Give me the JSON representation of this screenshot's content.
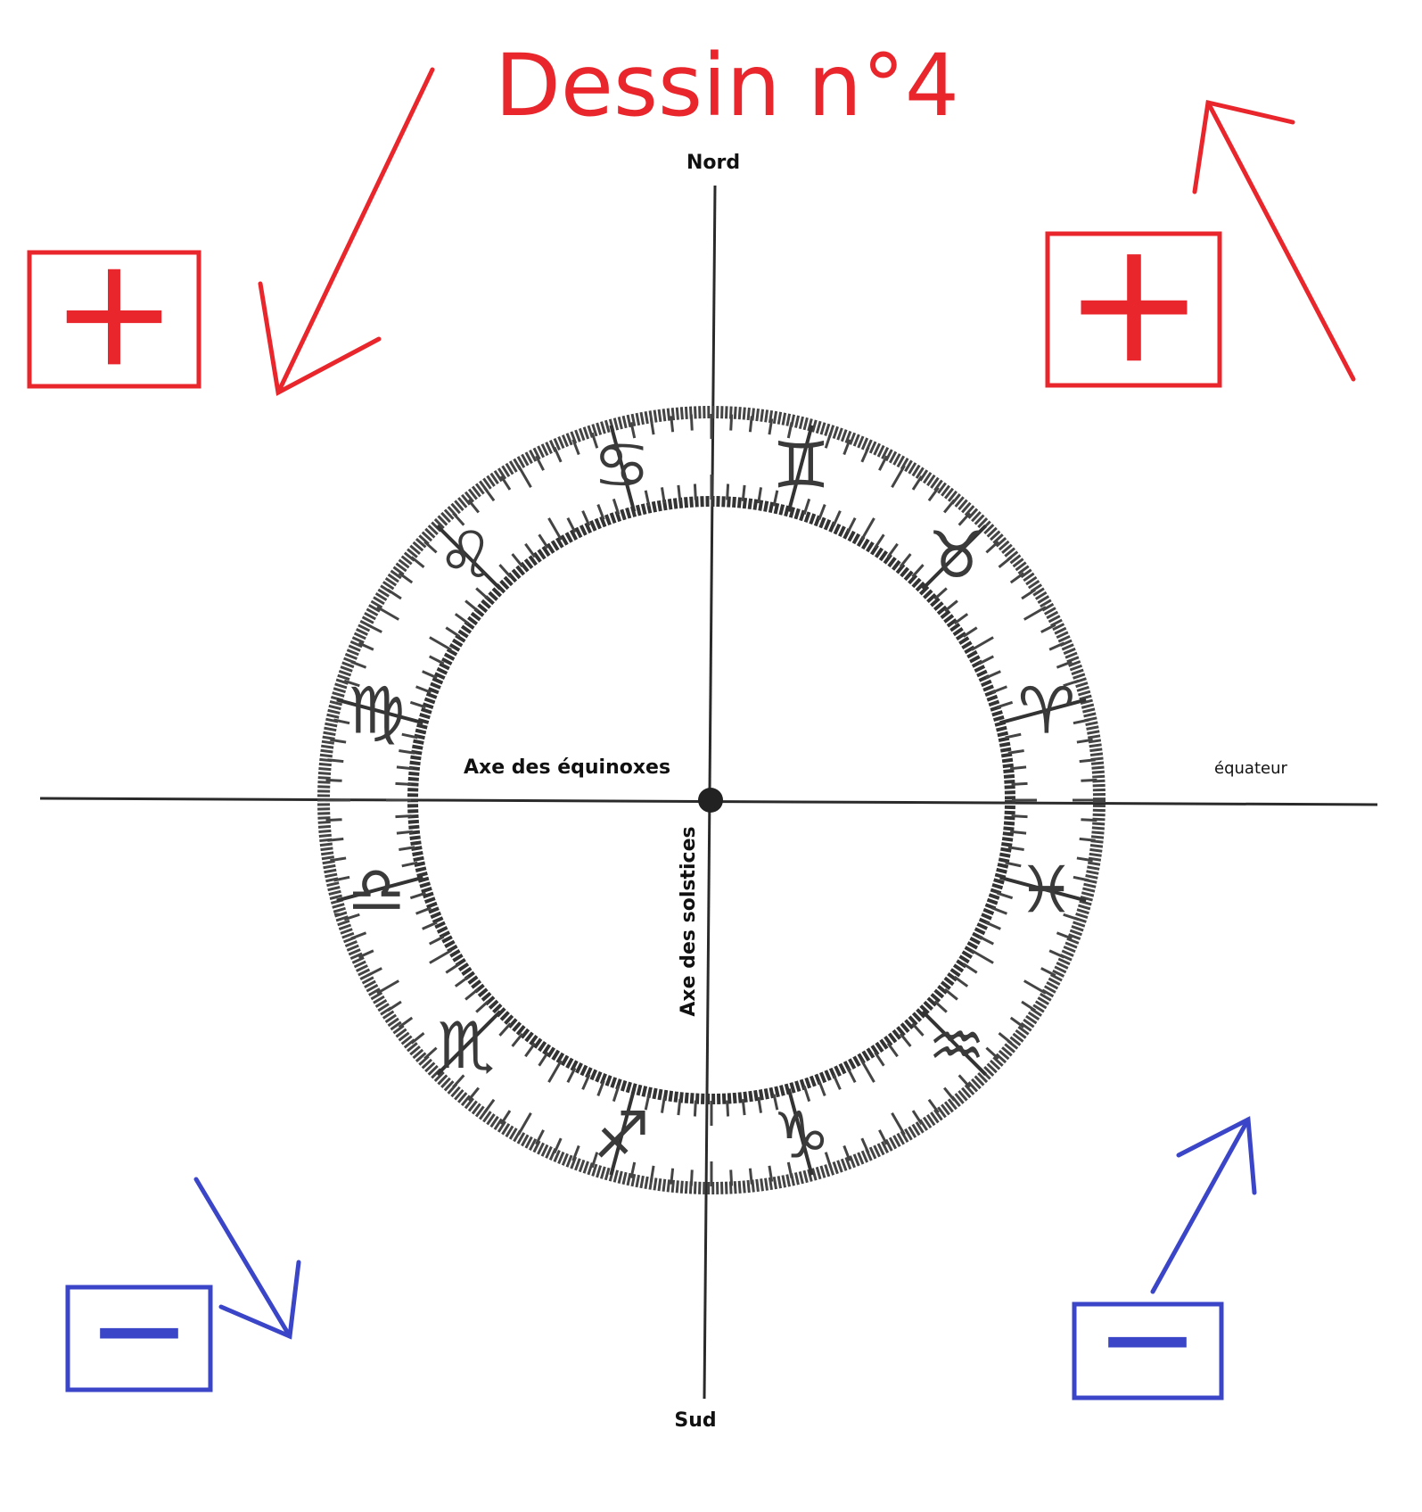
{
  "title": "Dessin n°4",
  "labels": {
    "north": "Nord",
    "south": "Sud",
    "equinox_axis": "Axe des équinoxes",
    "solstice_axis": "Axe des solstices",
    "equator": "équateur"
  },
  "wheel": {
    "signs": [
      {
        "name": "gemini",
        "glyph": "♊"
      },
      {
        "name": "cancer",
        "glyph": "♋"
      },
      {
        "name": "leo",
        "glyph": "♌"
      },
      {
        "name": "virgo",
        "glyph": "♍"
      },
      {
        "name": "libra",
        "glyph": "♎"
      },
      {
        "name": "scorpio",
        "glyph": "♏"
      },
      {
        "name": "sagittarius",
        "glyph": "♐"
      },
      {
        "name": "capricorn",
        "glyph": "♑"
      },
      {
        "name": "aquarius",
        "glyph": "♒"
      },
      {
        "name": "pisces",
        "glyph": "♓"
      },
      {
        "name": "aries",
        "glyph": "♈"
      },
      {
        "name": "taurus",
        "glyph": "♉"
      }
    ]
  },
  "quadrant_markers": [
    {
      "sign": "+",
      "color": "#e8262b"
    },
    {
      "sign": "+",
      "color": "#e8262b"
    },
    {
      "sign": "−",
      "color": "#3a45c8"
    },
    {
      "sign": "−",
      "color": "#3a45c8"
    }
  ],
  "colors": {
    "plus": "#e8262b",
    "minus": "#3a45c8",
    "pencil": "#444444",
    "axis": "#2a2a2a"
  }
}
